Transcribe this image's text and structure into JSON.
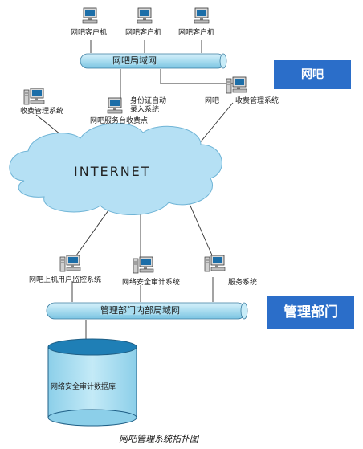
{
  "badges": {
    "internet_cafe": "网吧",
    "management": "管理部门"
  },
  "buses": {
    "cafe_lan": "网吧局域网",
    "mgmt_lan": "管理部门内部局域网"
  },
  "cloud_label": "INTERNET",
  "cafe_clients": [
    {
      "label": "网吧客户机"
    },
    {
      "label": "网吧客户机"
    },
    {
      "label": "网吧客户机"
    }
  ],
  "cafe_nodes": {
    "left_billing": "收费管理系统",
    "id_entry_line1": "身份证自动",
    "id_entry_line2": "录入系统",
    "service_desk": "网吧服务台收费点",
    "right_billing_a": "网吧",
    "right_billing_b": "收费管理系统"
  },
  "mgmt_nodes": {
    "user_monitor": "网吧上机用户监控系统",
    "security_audit": "网络安全审计系统",
    "service": "服务系统"
  },
  "database_label": "网络安全审计数据库",
  "caption": "网吧管理系统拓扑图",
  "colors": {
    "bus": "#a9dcef",
    "cloud": "#b5e0f4",
    "badge": "#2b6ec9",
    "monitor_screen": "#1c6ea8",
    "db_top": "#1f7fb6",
    "db_body": "#a9dcef"
  },
  "icons": {
    "computer": "desktop-computer-icon",
    "server": "tower-server-icon",
    "database": "database-cylinder-icon",
    "cloud": "cloud-icon"
  }
}
